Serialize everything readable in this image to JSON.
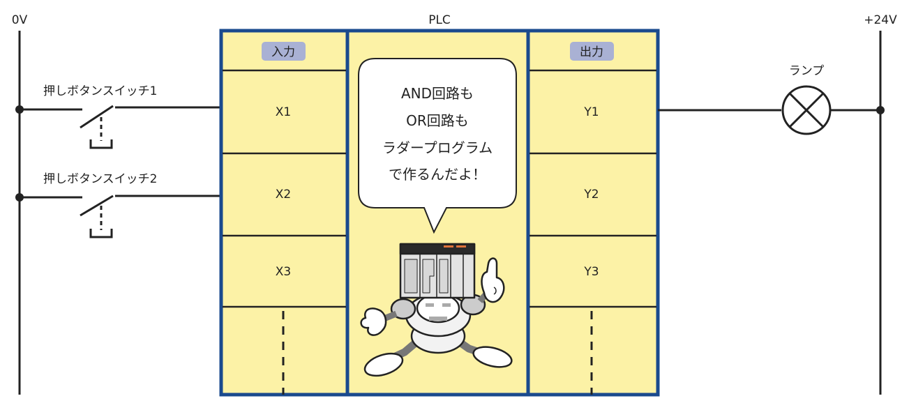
{
  "rails": {
    "left_label": "0V",
    "right_label": "+24V"
  },
  "plc": {
    "title": "PLC",
    "input_header": "入力",
    "output_header": "出力",
    "inputs": [
      "X1",
      "X2",
      "X3"
    ],
    "outputs": [
      "Y1",
      "Y2",
      "Y3"
    ]
  },
  "switches": [
    "押しボタンスイッチ1",
    "押しボタンスイッチ2"
  ],
  "lamp": {
    "label": "ランプ"
  },
  "bubble": {
    "lines": [
      "AND回路も",
      "OR回路も",
      "ラダープログラム",
      "で作るんだよ！"
    ]
  },
  "colors": {
    "plc_border": "#1a4a8e",
    "plc_fill": "#fcf2a6",
    "header_badge": "#a9b1d4",
    "wire": "#222222"
  }
}
